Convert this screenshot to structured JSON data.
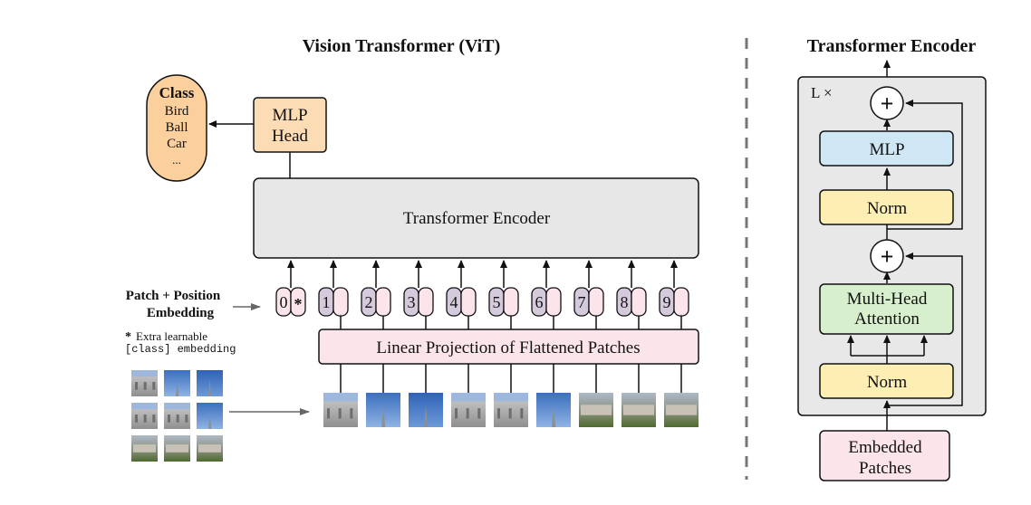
{
  "vit": {
    "title": "Vision Transformer (ViT)",
    "class_box": {
      "heading": "Class",
      "items": [
        "Bird",
        "Ball",
        "Car",
        "..."
      ]
    },
    "mlp_head": [
      "MLP",
      "Head"
    ],
    "encoder_label": "Transformer Encoder",
    "embedding_label": [
      "Patch + Position",
      "Embedding"
    ],
    "extra_note": {
      "star": "*",
      "line1": "Extra learnable",
      "line2": "[class] embedding"
    },
    "token_numbers": [
      "0",
      "1",
      "2",
      "3",
      "4",
      "5",
      "6",
      "7",
      "8",
      "9"
    ],
    "class_token_symbol": "*",
    "projection_label": "Linear Projection of Flattened Patches"
  },
  "encoder": {
    "title": "Transformer Encoder",
    "repeat_label": "L ×",
    "add_symbol": "+",
    "mlp_label": "MLP",
    "norm_label": "Norm",
    "attention_label": [
      "Multi-Head",
      "Attention"
    ],
    "input_label": [
      "Embedded",
      "Patches"
    ]
  },
  "colors": {
    "class_box": "#fbd09c",
    "mlp_head": "#fcdcb5",
    "encoder_box": "#e7e7e7",
    "token_purple": "#d5c9dc",
    "token_pink": "#fbe4ea",
    "projection": "#fbe4ea",
    "mlp_block": "#cfe7f5",
    "norm_block": "#fdeeb3",
    "attention_block": "#d7efcd",
    "embedded_patches": "#fbe4ea",
    "encoder_panel": "#e8e8e8"
  }
}
